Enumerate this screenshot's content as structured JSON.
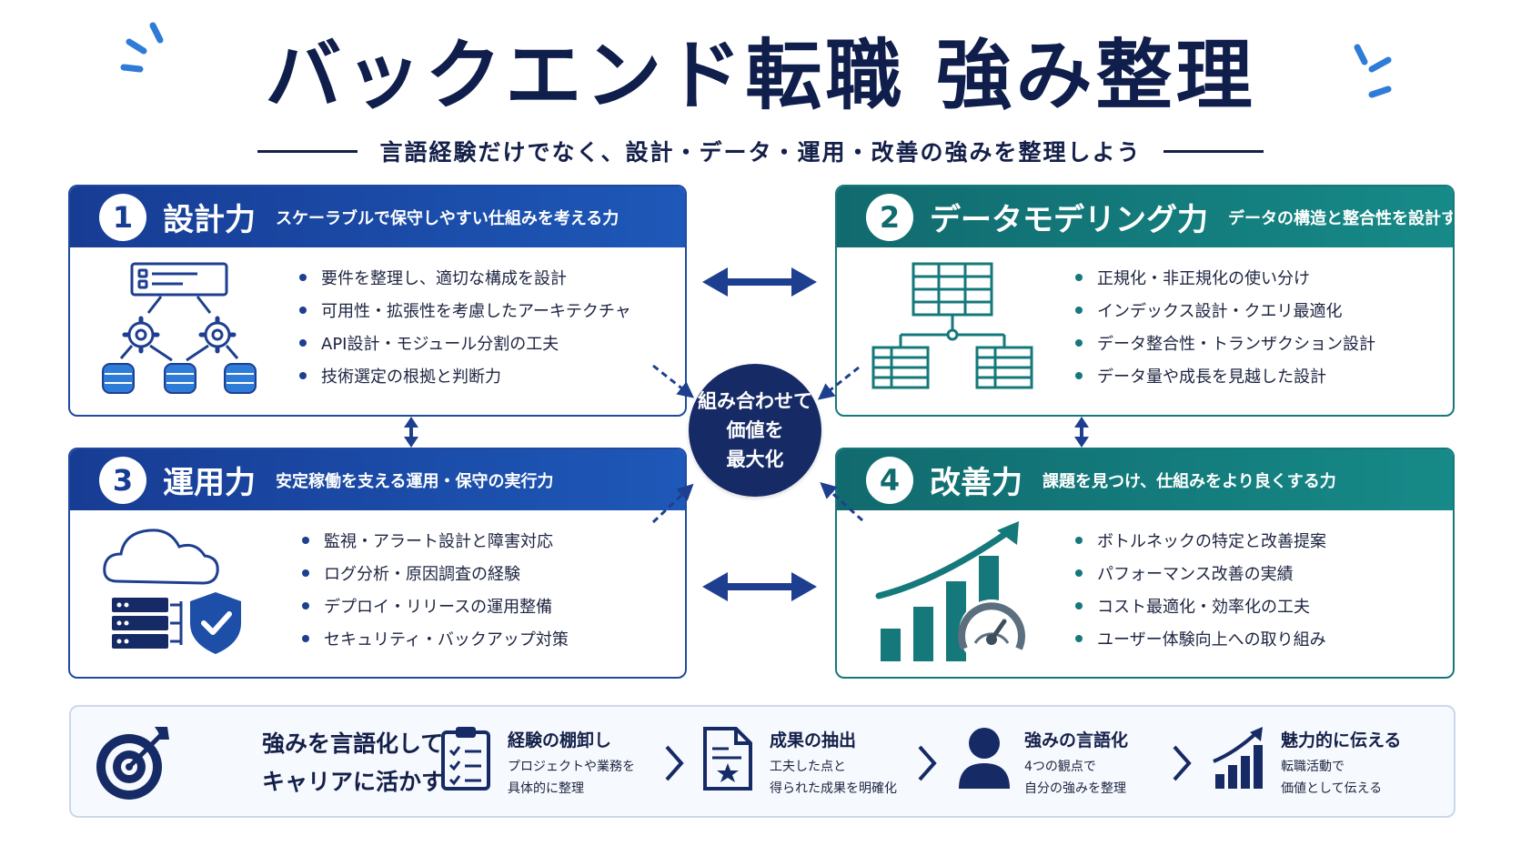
{
  "header": {
    "title": "バックエンド転職 強み整理",
    "subtitle": "言語経験だけでなく、設計・データ・運用・改善の強みを整理しよう"
  },
  "cards": [
    {
      "number": "1",
      "title": "設計力",
      "description": "スケーラブルで保守しやすい仕組みを考える力",
      "icon": "system-architecture-icon",
      "items": [
        "要件を整理し、適切な構成を設計",
        "可用性・拡張性を考慮したアーキテクチャ",
        "API設計・モジュール分割の工夫",
        "技術選定の根拠と判断力"
      ]
    },
    {
      "number": "2",
      "title": "データモデリング力",
      "description": "データの構造と整合性を設計する力",
      "icon": "table-relationship-icon",
      "items": [
        "正規化・非正規化の使い分け",
        "インデックス設計・クエリ最適化",
        "データ整合性・トランザクション設計",
        "データ量や成長を見越した設計"
      ]
    },
    {
      "number": "3",
      "title": "運用力",
      "description": "安定稼働を支える運用・保守の実行力",
      "icon": "cloud-server-shield-icon",
      "items": [
        "監視・アラート設計と障害対応",
        "ログ分析・原因調査の経験",
        "デプロイ・リリースの運用整備",
        "セキュリティ・バックアップ対策"
      ]
    },
    {
      "number": "4",
      "title": "改善力",
      "description": "課題を見つけ、仕組みをより良くする力",
      "icon": "growth-chart-gauge-icon",
      "items": [
        "ボトルネックの特定と改善提案",
        "パフォーマンス改善の実績",
        "コスト最適化・効率化の工夫",
        "ユーザー体験向上への取り組み"
      ]
    }
  ],
  "center": {
    "text": "組み合わせて\n価値を\n最大化"
  },
  "bottom": {
    "icon": "target-icon",
    "main_line1": "強みを言語化して",
    "main_line2": "キャリアに活かす",
    "steps": [
      {
        "icon": "checklist-icon",
        "title": "経験の棚卸し",
        "line1": "プロジェクトや業務を",
        "line2": "具体的に整理"
      },
      {
        "icon": "document-star-icon",
        "title": "成果の抽出",
        "line1": "工夫した点と",
        "line2": "得られた成果を明確化"
      },
      {
        "icon": "person-icon",
        "title": "強みの言語化",
        "line1": "4つの観点で",
        "line2": "自分の強みを整理"
      },
      {
        "icon": "growth-bars-icon",
        "title": "魅力的に伝える",
        "line1": "転職活動で",
        "line2": "価値として伝える"
      }
    ]
  },
  "colors": {
    "navy": "#101e4c",
    "blue": "#1e4fa8",
    "teal": "#15787a",
    "accent": "#2f7bd8"
  }
}
